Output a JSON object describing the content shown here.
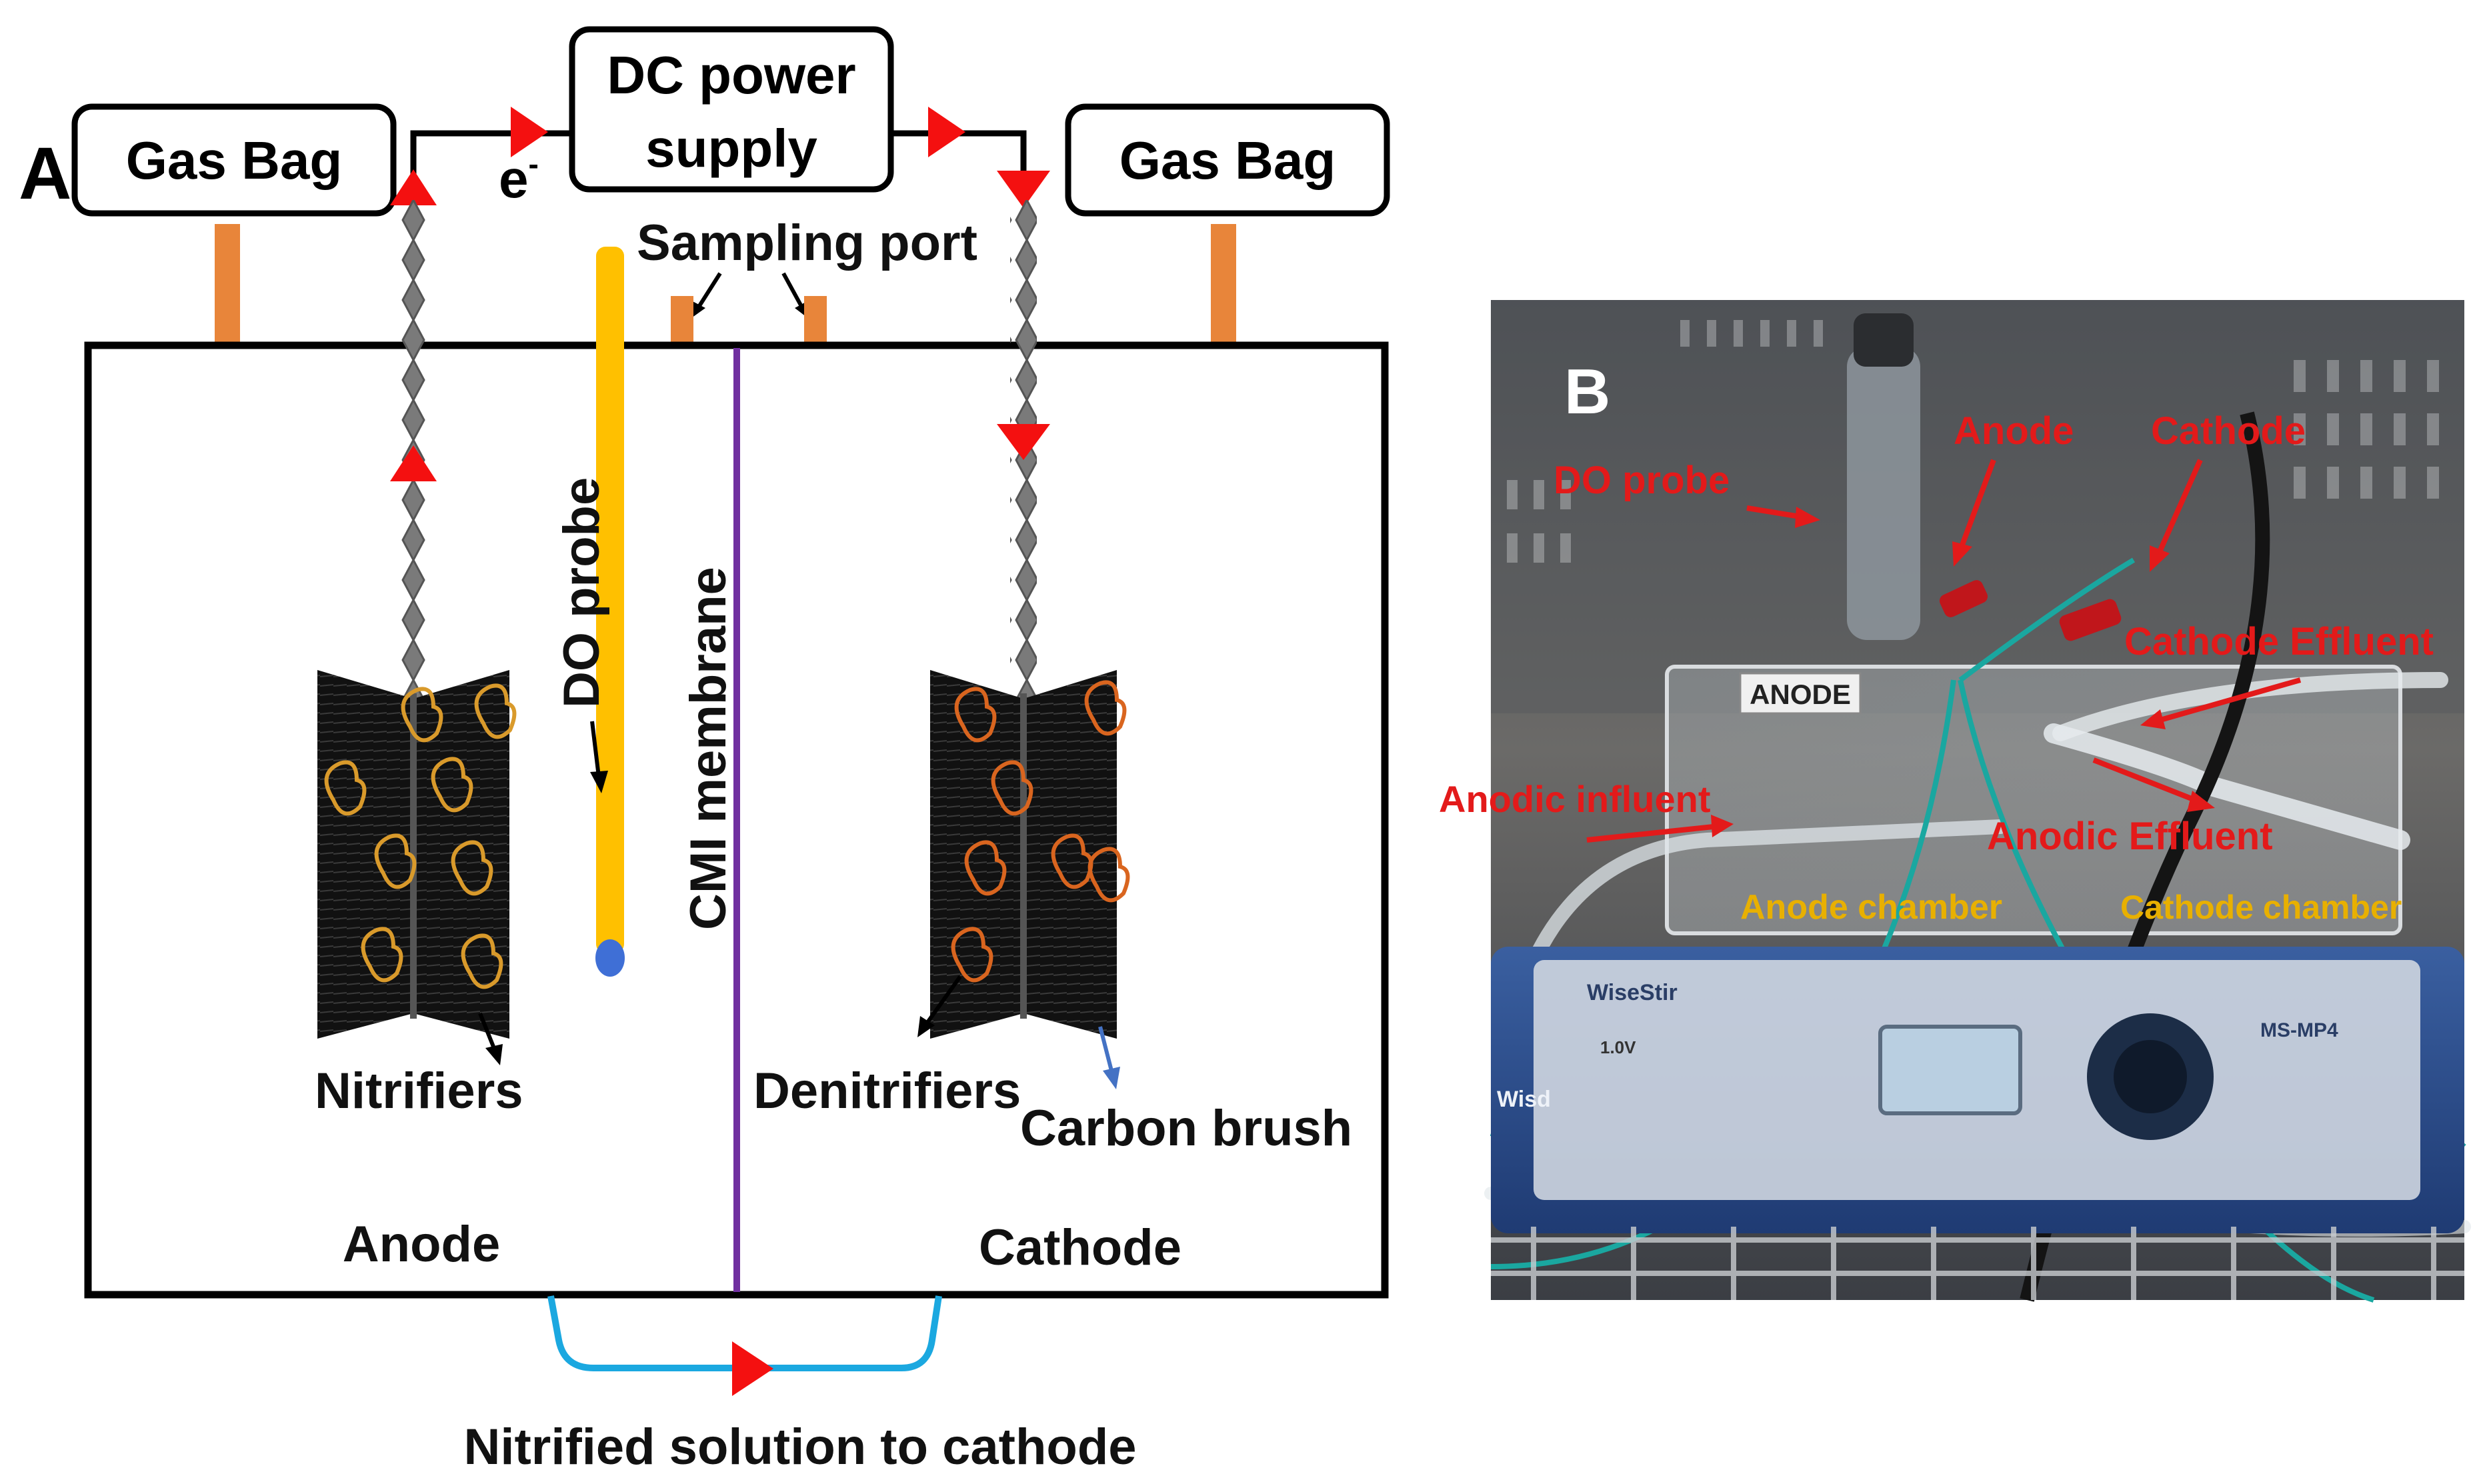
{
  "panel_a": {
    "letter": "A",
    "gas_bag_left": "Gas Bag",
    "gas_bag_right": "Gas Bag",
    "power_supply_line1": "DC power",
    "power_supply_line2": "supply",
    "electron": "e",
    "electron_sup": "-",
    "sampling_port": "Sampling port",
    "do_probe": "DO probe",
    "membrane": "CMI membrane",
    "nitrifiers": "Nitrifiers",
    "denitrifiers": "Denitrifiers",
    "carbon_brush": "Carbon brush",
    "anode": "Anode",
    "cathode": "Cathode",
    "bottom_caption": "Nitrified solution to cathode",
    "colors": {
      "arrow": "#f41010",
      "port": "#e8853a",
      "probe": "#ffc000",
      "membrane": "#7030a0",
      "pipe": "#1ba8e0",
      "bacteria": "#d99a2b"
    }
  },
  "panel_b": {
    "letter": "B",
    "label_anode": "Anode",
    "label_cathode": "Cathode",
    "label_do_probe": "DO probe",
    "label_cathode_effluent": "Cathode Effluent",
    "label_anodic_influent": "Anodic influent",
    "label_anodic_effluent": "Anodic Effluent",
    "label_anode_chamber": "Anode chamber",
    "label_cathode_chamber": "Cathode chamber",
    "plate_text": "ANODE",
    "device_brand": "WiseStir",
    "device_model": "MS-MP4",
    "device_side": "Wisd",
    "device_voltage": "1.0V"
  }
}
